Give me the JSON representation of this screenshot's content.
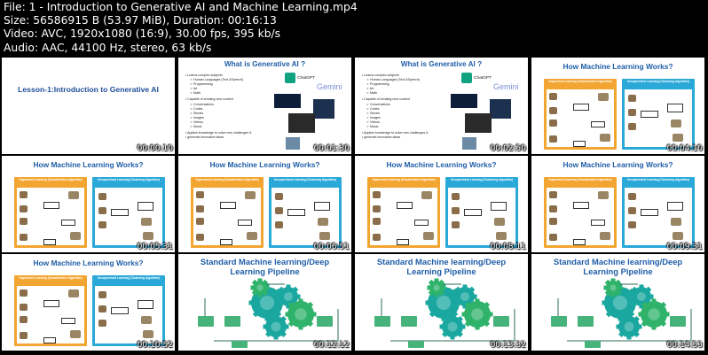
{
  "header": {
    "file_line": "File: 1 - Introduction to Generative AI and Machine Learning.mp4",
    "size_line": "Size: 56586915 B (53.97 MiB), Duration: 00:16:13",
    "video_line": "Video: AVC, 1920x1080 (16:9), 30.00 fps, 395 kb/s",
    "audio_line": "Audio: AAC, 44100 Hz, stereo, 63 kb/s"
  },
  "colors": {
    "background": "#000000",
    "slide_title": "#1f5ea8",
    "panel_orange": "#f2a531",
    "panel_blue": "#2aa8d8",
    "gear_teal": "#1aa7a0",
    "gear_green": "#2fb36b",
    "box_green": "#46b37a"
  },
  "slides": {
    "lesson_title": "Lesson-1:Introduction to Generative AI",
    "gen_ai_title": "What is Generative AI ?",
    "gen_ai_bullets": [
      "Learns  complex  subjects",
      "Human Languages (Text &Speech)",
      "Programming",
      "Art",
      "Math",
      "Capable  of  creating  new  content",
      "Conversations",
      "Codes",
      "Stories",
      "Images",
      "Videos",
      "Music",
      "Applies  knowledge  to  solve  new  challenges &",
      "generate  innovative  ideas"
    ],
    "chatgpt_label": "ChatGPT",
    "gemini_label": "Gemini",
    "ml_title": "How Machine Learning Works?",
    "supervised_head": "Supervised Learning (Classification Algorithm)",
    "unsupervised_head": "Unsupervised Learning (Clustering Algorithm)",
    "pipeline_title_1": "Standard Machine learning/Deep",
    "pipeline_title_2": "Learning Pipeline"
  },
  "thumbnails": [
    {
      "slide": "lesson",
      "time": "00:00:10"
    },
    {
      "slide": "genai_a",
      "time": "00:01:30"
    },
    {
      "slide": "genai_b",
      "time": "00:02:50"
    },
    {
      "slide": "ml",
      "time": "00:04:10"
    },
    {
      "slide": "ml",
      "time": "00:05:31"
    },
    {
      "slide": "ml",
      "time": "00:06:51"
    },
    {
      "slide": "ml",
      "time": "00:08:11"
    },
    {
      "slide": "ml",
      "time": "00:09:31"
    },
    {
      "slide": "ml",
      "time": "00:10:52"
    },
    {
      "slide": "pipeline",
      "time": "00:12:12"
    },
    {
      "slide": "pipeline",
      "time": "00:13:32"
    },
    {
      "slide": "pipeline",
      "time": "00:14:53"
    }
  ]
}
